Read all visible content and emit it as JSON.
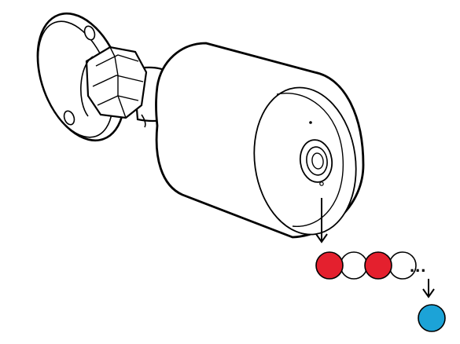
{
  "diagram": {
    "subject": "bullet-camera-led-indicator",
    "ellipsis_text": "...",
    "colors": {
      "outline": "#000000",
      "body_fill": "#ffffff",
      "led_red": "#e4202e",
      "led_off": "#ffffff",
      "led_blue": "#1ca3d7"
    },
    "blink_sequence": [
      {
        "state": "red"
      },
      {
        "state": "off"
      },
      {
        "state": "red"
      },
      {
        "state": "off"
      }
    ],
    "final_state": "blue"
  }
}
